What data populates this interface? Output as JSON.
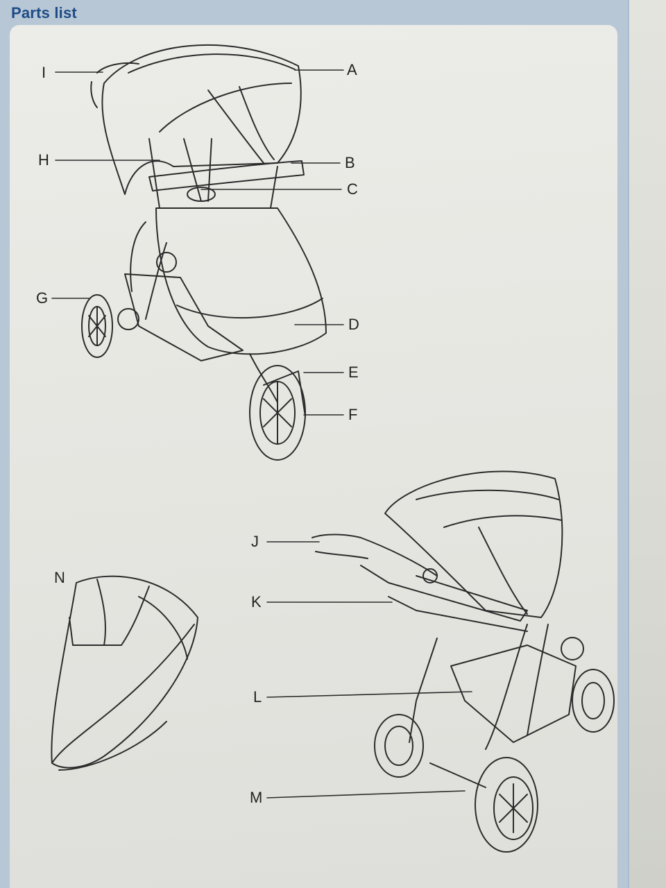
{
  "header": {
    "title": "Parts list"
  },
  "labels": {
    "A": "A",
    "B": "B",
    "C": "C",
    "D": "D",
    "E": "E",
    "F": "F",
    "G": "G",
    "H": "H",
    "I": "I",
    "J": "J",
    "K": "K",
    "L": "L",
    "M": "M",
    "N": "N"
  },
  "colors": {
    "title": "#1f4b86",
    "frame": "#b7c7d6",
    "line": "#2b2b2b"
  }
}
